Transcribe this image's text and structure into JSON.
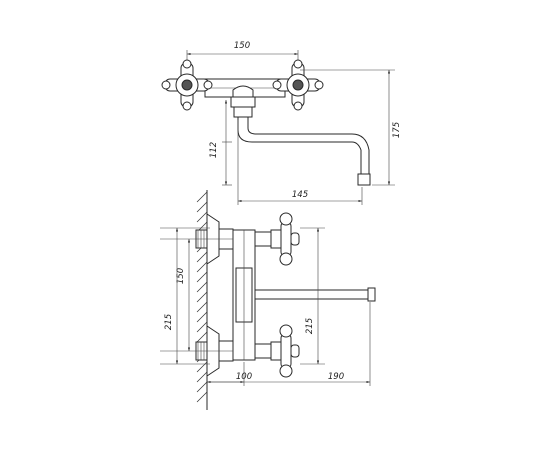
{
  "dimensions": {
    "top_handles_spacing": "150",
    "top_total_height": "175",
    "top_spout_height": "112",
    "top_spout_reach": "145",
    "side_inlet_spacing": "150",
    "side_outer_left": "215",
    "side_outer_right": "215",
    "side_wall_offset": "100",
    "side_spout_reach": "190"
  }
}
